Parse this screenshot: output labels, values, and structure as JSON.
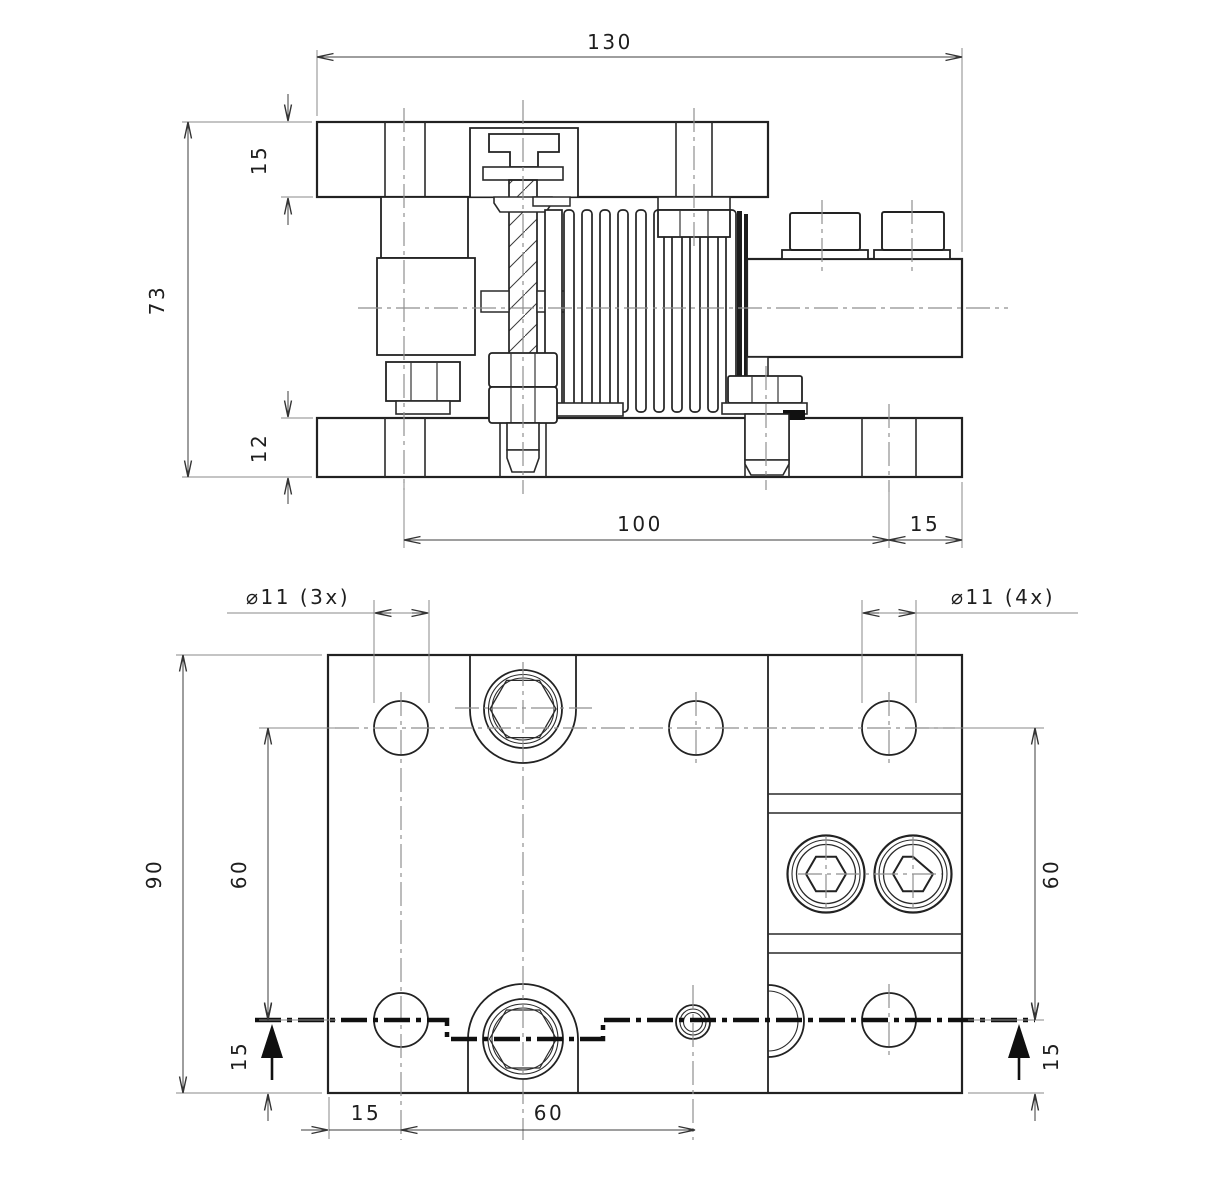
{
  "front_view": {
    "dim_overall_width": "130",
    "dim_top_plate_thickness": "15",
    "dim_overall_height": "73",
    "dim_bottom_plate_thickness": "12",
    "dim_bolt_span": "100",
    "dim_edge_offset": "15"
  },
  "plan_view": {
    "label_top_plate_holes": "⌀11 (3x)",
    "label_base_plate_holes": "⌀11 (4x)",
    "dim_overall_height": "90",
    "dim_row_spacing_left": "60",
    "dim_bottom_row_offset_left": "15",
    "dim_row_spacing_right": "60",
    "dim_bottom_row_offset_right": "15",
    "dim_edge_to_hole": "15",
    "dim_hole_to_center": "60"
  }
}
